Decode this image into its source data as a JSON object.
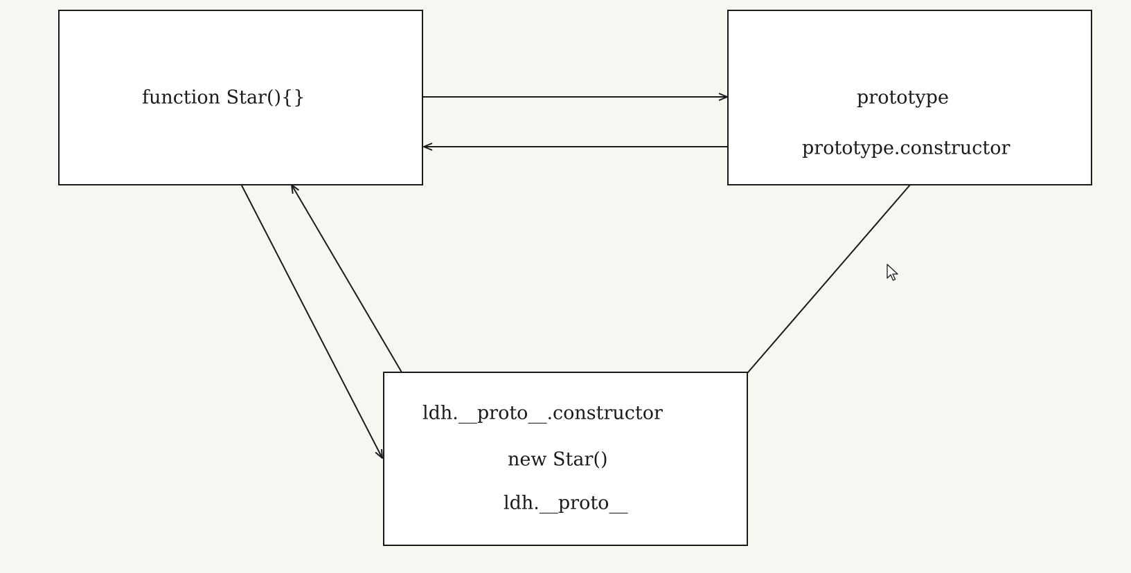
{
  "nodes": {
    "constructor": {
      "label": "function Star(){}"
    },
    "prototype": {
      "label": "prototype",
      "constructor_label": "prototype.constructor"
    },
    "instance": {
      "proto_constructor_label": "ldh.__proto__.constructor",
      "label": "new Star()",
      "proto_label": "ldh.__proto__"
    }
  },
  "colors": {
    "background": "#f8f6f0",
    "box_fill": "#ffffff",
    "stroke": "#1a1a1a"
  },
  "icons": {
    "cursor": "mouse-pointer-icon"
  }
}
